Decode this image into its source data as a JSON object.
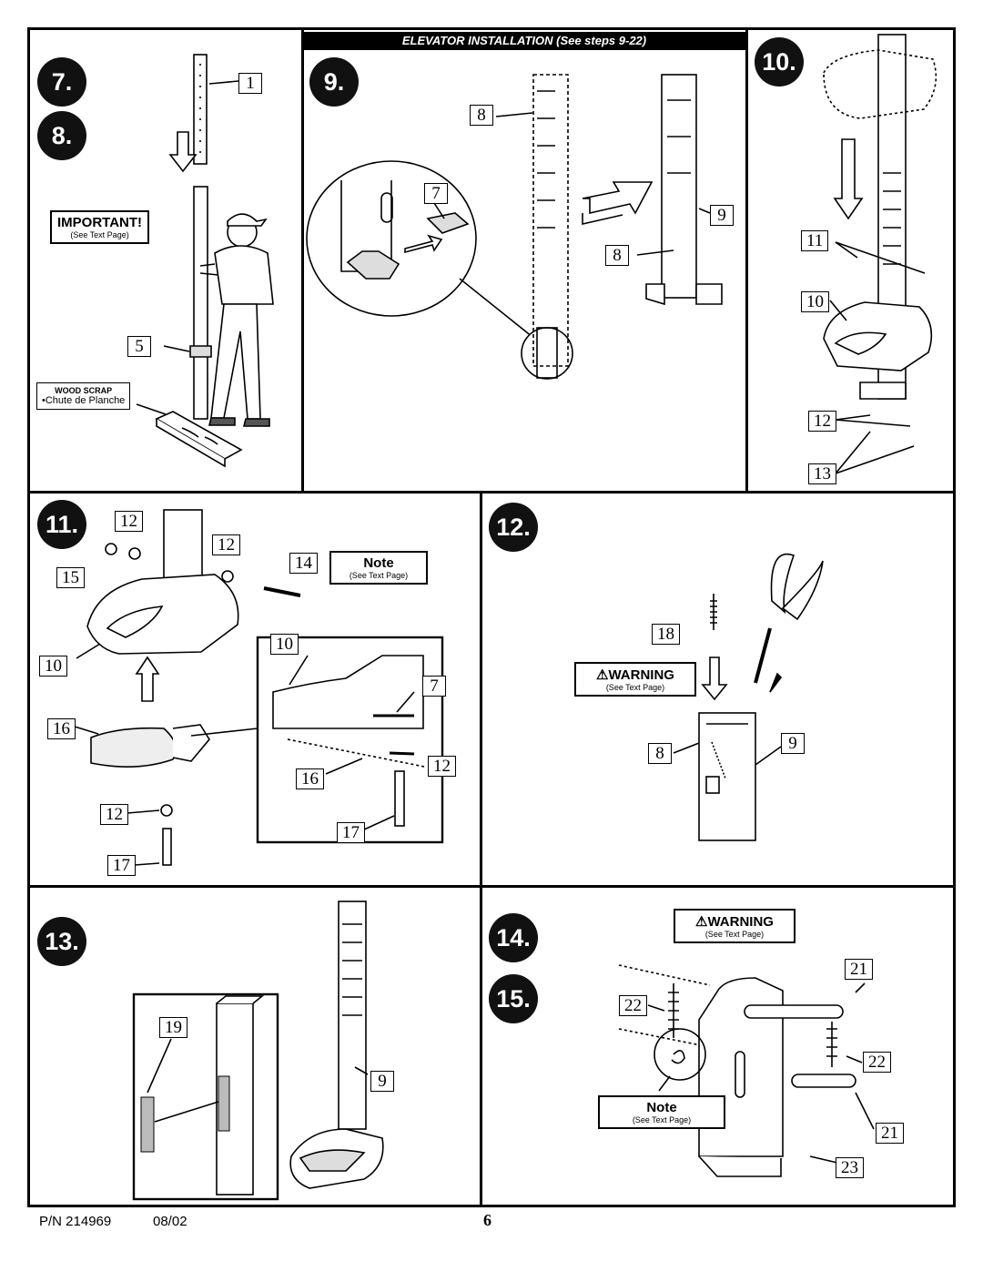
{
  "header": {
    "banner": "ELEVATOR INSTALLATION (See steps 9-22)"
  },
  "steps": {
    "s7": "7.",
    "s8": "8.",
    "s9": "9.",
    "s10": "10.",
    "s11": "11.",
    "s12": "12.",
    "s13": "13.",
    "s14": "14.",
    "s15": "15."
  },
  "notes": {
    "important_title": "IMPORTANT!",
    "see_text_page": "(See Text Page)",
    "note_title": "Note",
    "warning_title": "WARNING",
    "wood_scrap_title": "WOOD SCRAP",
    "wood_scrap_sub": "•Chute de Planche"
  },
  "callouts": {
    "p7": [
      "1",
      "5"
    ],
    "p9": [
      "8",
      "7",
      "9",
      "8"
    ],
    "p10": [
      "11",
      "10",
      "12",
      "13"
    ],
    "p11": [
      "12",
      "12",
      "15",
      "14",
      "10",
      "10",
      "7",
      "16",
      "12",
      "16",
      "12",
      "17",
      "17"
    ],
    "p12": [
      "18",
      "8",
      "9"
    ],
    "p13": [
      "19",
      "9"
    ],
    "p14": [
      "21",
      "22",
      "22",
      "21",
      "23"
    ]
  },
  "footer": {
    "part_number": "P/N 214969",
    "date": "08/02",
    "page": "6"
  }
}
